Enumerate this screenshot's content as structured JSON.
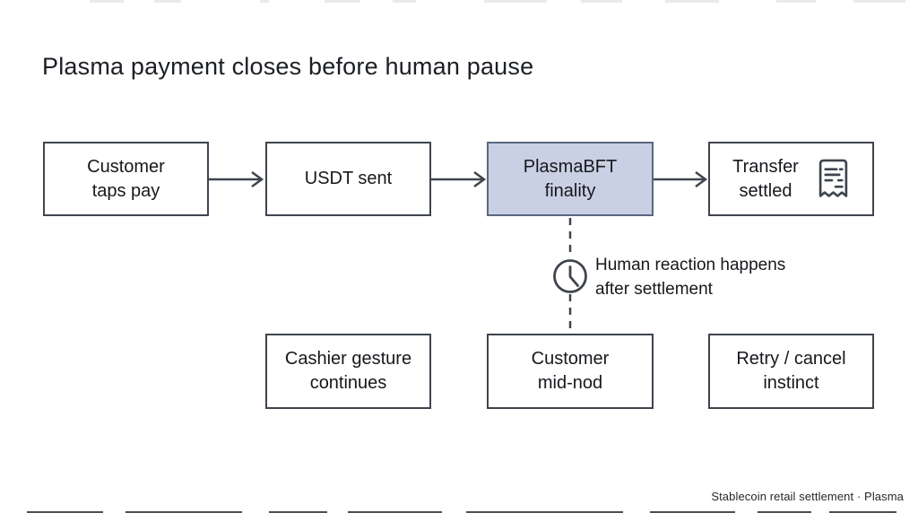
{
  "slide": {
    "title": "Plasma payment closes before human pause",
    "footer": "Stablecoin retail settlement · Plasma"
  },
  "colors": {
    "box_border": "#3f454e",
    "box_fill": "#ffffff",
    "highlight_fill": "#c9d0e3",
    "highlight_border": "#5a6780",
    "connector": "#3f454e",
    "text": "#15181c"
  },
  "flow": {
    "top_row": [
      {
        "id": "customer-taps-pay",
        "label": "Customer\ntaps pay",
        "highlighted": false
      },
      {
        "id": "usdt-sent",
        "label": "USDT sent",
        "highlighted": false
      },
      {
        "id": "plasmabft-finality",
        "label": "PlasmaBFT\nfinality",
        "highlighted": true
      },
      {
        "id": "transfer-settled",
        "label": "Transfer\nsettled",
        "highlighted": false,
        "icon": "receipt-icon"
      }
    ],
    "bottom_row": [
      {
        "id": "cashier-gesture-continues",
        "label": "Cashier gesture\ncontinues"
      },
      {
        "id": "customer-mid-nod",
        "label": "Customer\nmid-nod"
      },
      {
        "id": "retry-cancel-instinct",
        "label": "Retry / cancel\ninstinct"
      }
    ],
    "annotation": {
      "icon": "clock-icon",
      "text": "Human reaction happens\nafter settlement"
    }
  }
}
